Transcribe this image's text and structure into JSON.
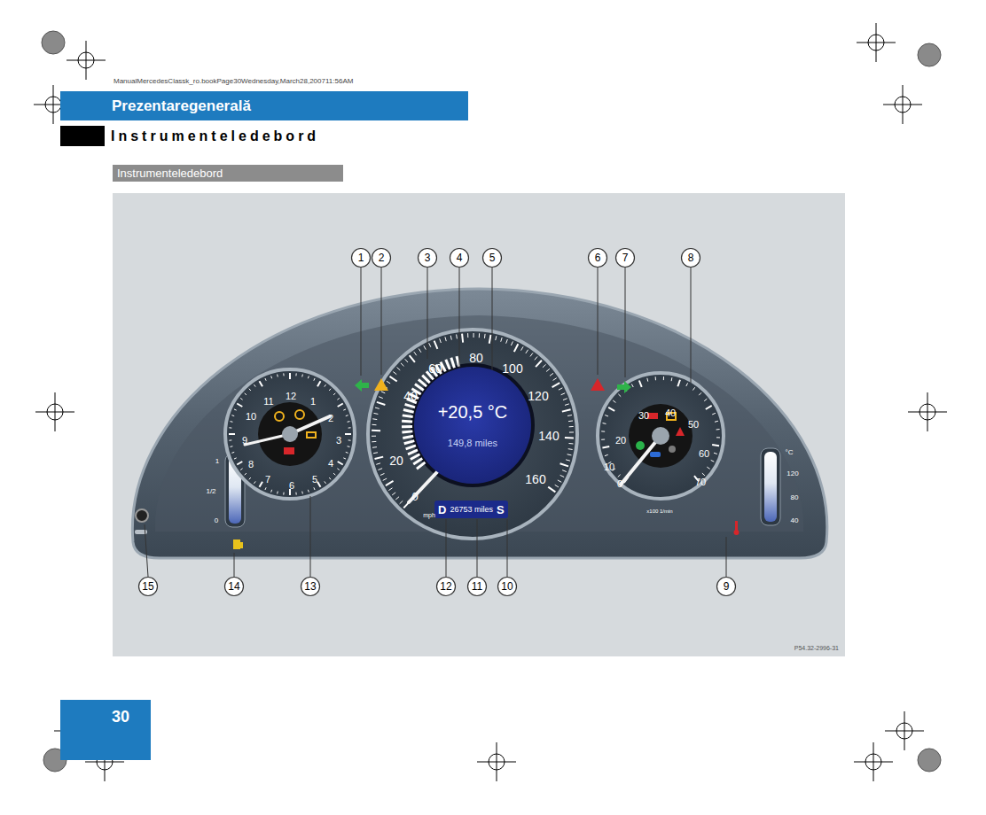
{
  "diagram": {
    "title": "Instrumenteledebord",
    "nodes": [
      {
        "text": [
          "Prezentaregenerală"
        ]
      },
      {
        "text": [
          "Instrumenteledebord"
        ]
      },
      {
        "text": [
          "+20,5 °C",
          "149,8 miles"
        ]
      },
      {
        "text": [
          "D",
          "26753 miles",
          "S"
        ]
      },
      {
        "text": [
          "30"
        ]
      }
    ],
    "labels": [
      "ManualMercedesClassk_ro.bookPage30Wednesday,March28,200711:56AM",
      "1",
      "2",
      "3",
      "4",
      "5",
      "6",
      "7",
      "8",
      "9",
      "10",
      "11",
      "12",
      "13",
      "14",
      "15",
      "0",
      "20",
      "40",
      "60",
      "80",
      "100",
      "120",
      "140",
      "160",
      "mph",
      "12",
      "1",
      "2",
      "3",
      "4",
      "5",
      "6",
      "7",
      "8",
      "9",
      "10",
      "11",
      "0",
      "10",
      "20",
      "30",
      "40",
      "50",
      "60",
      "70",
      "x100 1/min",
      "1",
      "1/2",
      "0",
      "°C",
      "120",
      "80",
      "40",
      "P54.32-2996-31"
    ]
  }
}
